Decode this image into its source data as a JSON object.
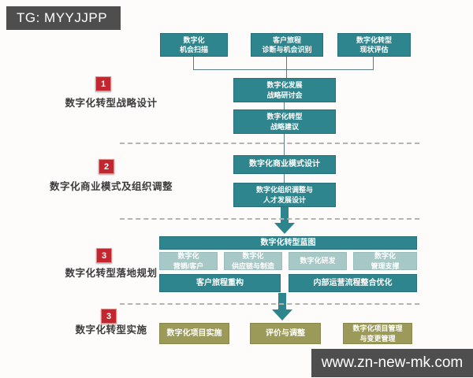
{
  "watermarks": {
    "top": "TG: MYYJJPP",
    "bottom": "www.zn-new-mk.com"
  },
  "colors": {
    "teal_dark": "#2E858E",
    "teal_light": "#A6C8C6",
    "olive": "#9C9A58",
    "badge_red": "#C2262E",
    "watermark_gray": "#4E4E4E"
  },
  "top_row": [
    {
      "line1": "数字化",
      "line2": "机会扫描"
    },
    {
      "line1": "客户旅程",
      "line2": "诊断与机会识别"
    },
    {
      "line1": "数字化转型",
      "line2": "现状评估"
    }
  ],
  "stage1": {
    "number": "1",
    "label": "数字化转型战略设计",
    "box1": {
      "line1": "数字化发展",
      "line2": "战略研讨会"
    },
    "box2": {
      "line1": "数字化转型",
      "line2": "战略建议"
    }
  },
  "stage2": {
    "number": "2",
    "label": "数字化商业模式及组织调整",
    "box1": {
      "line1": "数字化商业模式设计"
    },
    "box2": {
      "line1": "数字化组织调整与",
      "line2": "人才发展设计"
    }
  },
  "stage3": {
    "number": "3",
    "label": "数字化转型落地规划",
    "blueprint_title": "数字化转型蓝图",
    "domains": [
      {
        "line1": "数字化",
        "line2": "营销/客户"
      },
      {
        "line1": "数字化",
        "line2": "供应链与制造"
      },
      {
        "line1": "数字化研发"
      },
      {
        "line1": "数字化",
        "line2": "管理支撑"
      }
    ],
    "streams": [
      {
        "label": "客户旅程重构"
      },
      {
        "label": "内部运营流程整合优化"
      }
    ]
  },
  "stage4": {
    "number": "3",
    "label": "数字化转型实施",
    "box1": {
      "line1": "数字化项目实施"
    },
    "box2": {
      "line1": "评价与调整"
    },
    "box3": {
      "line1": "数字化项目管理",
      "line2": "与变更管理"
    }
  }
}
